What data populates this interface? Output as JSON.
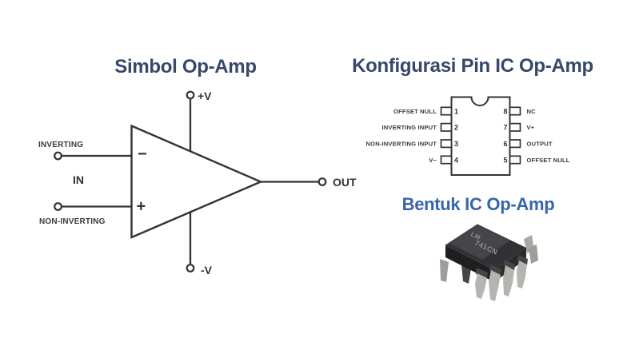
{
  "colors": {
    "title_navy": "#36486B",
    "title_blue": "#3765AB",
    "diagram_ink": "#333333",
    "label_ink": "#3a3a3a",
    "chip_body": "#2b2b2d",
    "chip_pin": "#b5b5b2"
  },
  "symbol_panel": {
    "title": "Simbol Op-Amp",
    "supply_positive_label": "+V",
    "supply_negative_label": "-V",
    "inverting_terminal_label": "INVERTING",
    "non_inverting_terminal_label": "NON-INVERTING",
    "input_group_label": "IN",
    "output_terminal_label": "OUT",
    "inverting_sign": "−",
    "non_inverting_sign": "+"
  },
  "pin_config_panel": {
    "title": "Konfigurasi Pin IC Op-Amp",
    "left_pins": [
      {
        "number": "1",
        "label": "OFFSET NULL"
      },
      {
        "number": "2",
        "label": "INVERTING INPUT"
      },
      {
        "number": "3",
        "label": "NON-INVERTING INPUT"
      },
      {
        "number": "4",
        "label": "V−"
      }
    ],
    "right_pins": [
      {
        "number": "8",
        "label": "NC"
      },
      {
        "number": "7",
        "label": "V+"
      },
      {
        "number": "6",
        "label": "OUTPUT"
      },
      {
        "number": "5",
        "label": "OFFSET NULL"
      }
    ]
  },
  "package_panel": {
    "title": "Bentuk IC Op-Amp",
    "marking_line1": "LM",
    "marking_line2": "741CN"
  }
}
